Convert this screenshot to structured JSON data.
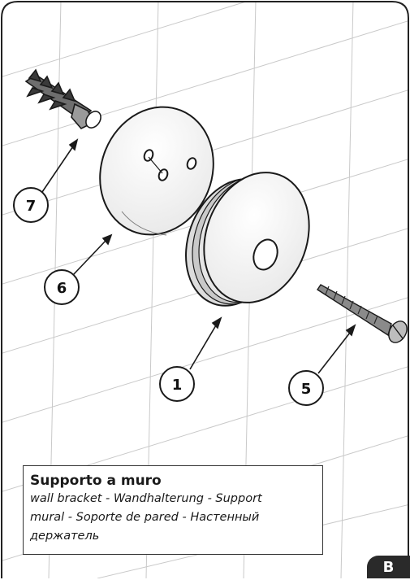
{
  "callouts": [
    "7",
    "6",
    "1",
    "5"
  ],
  "caption": {
    "title": "Supporto a muro",
    "subtitle_line1": "wall bracket - Wandhalterung - Support",
    "subtitle_line2": "mural -  Soporte de pared - Настенный",
    "subtitle_line3": "держатель"
  },
  "page_tab": "B"
}
